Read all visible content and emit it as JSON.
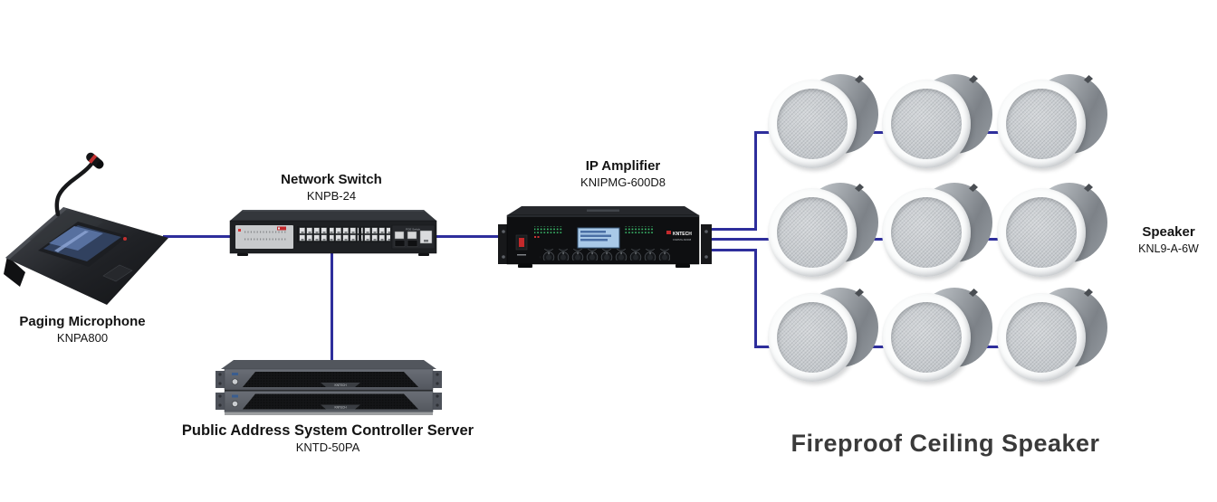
{
  "title": {
    "text": "Fireproof Ceiling Speaker"
  },
  "colors": {
    "wire": "#2e2e9c",
    "title_text": "#3a3a3a",
    "label_text": "#141414"
  },
  "devices": {
    "microphone": {
      "name": "Paging Microphone",
      "model": "KNPA800"
    },
    "network_switch": {
      "name": "Network Switch",
      "model": "KNPB-24",
      "panel_text": "POE Switch"
    },
    "amplifier": {
      "name": "IP Amplifier",
      "model": "KNIPMG-600D8",
      "brand": "KNTECH"
    },
    "server": {
      "name": "Public Address System Controller Server",
      "model": "KNTD-50PA",
      "brand": "KNTECH"
    },
    "ceiling_speaker": {
      "name": "Speaker",
      "model": "KNL9-A-6W",
      "count": 9
    }
  }
}
